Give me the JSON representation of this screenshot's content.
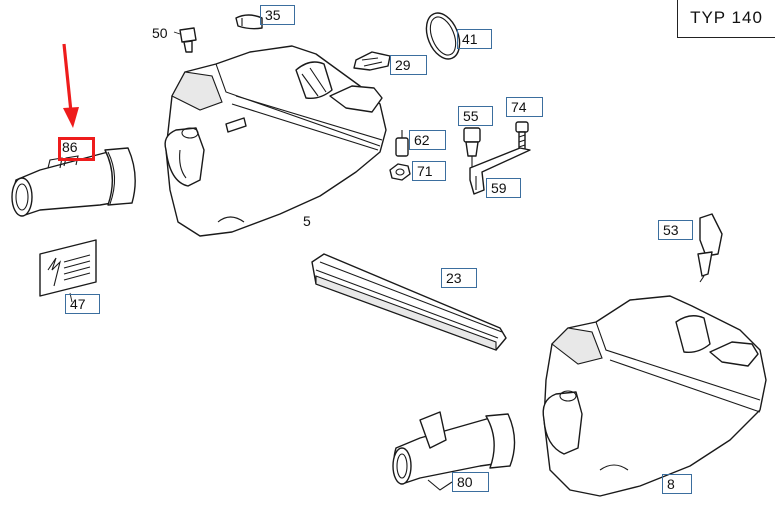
{
  "type_label": "TYP 140",
  "highlight_color": "#ee1c1c",
  "box_border_color": "#3b6e9e",
  "highlighted_part": "86",
  "labels": {
    "p5": "5",
    "p8": "8",
    "p23": "23",
    "p29": "29",
    "p35": "35",
    "p41": "41",
    "p47": "47",
    "p50": "50",
    "p53": "53",
    "p55": "55",
    "p59": "59",
    "p62": "62",
    "p71": "71",
    "p74": "74",
    "p80": "80",
    "p86": "86"
  }
}
